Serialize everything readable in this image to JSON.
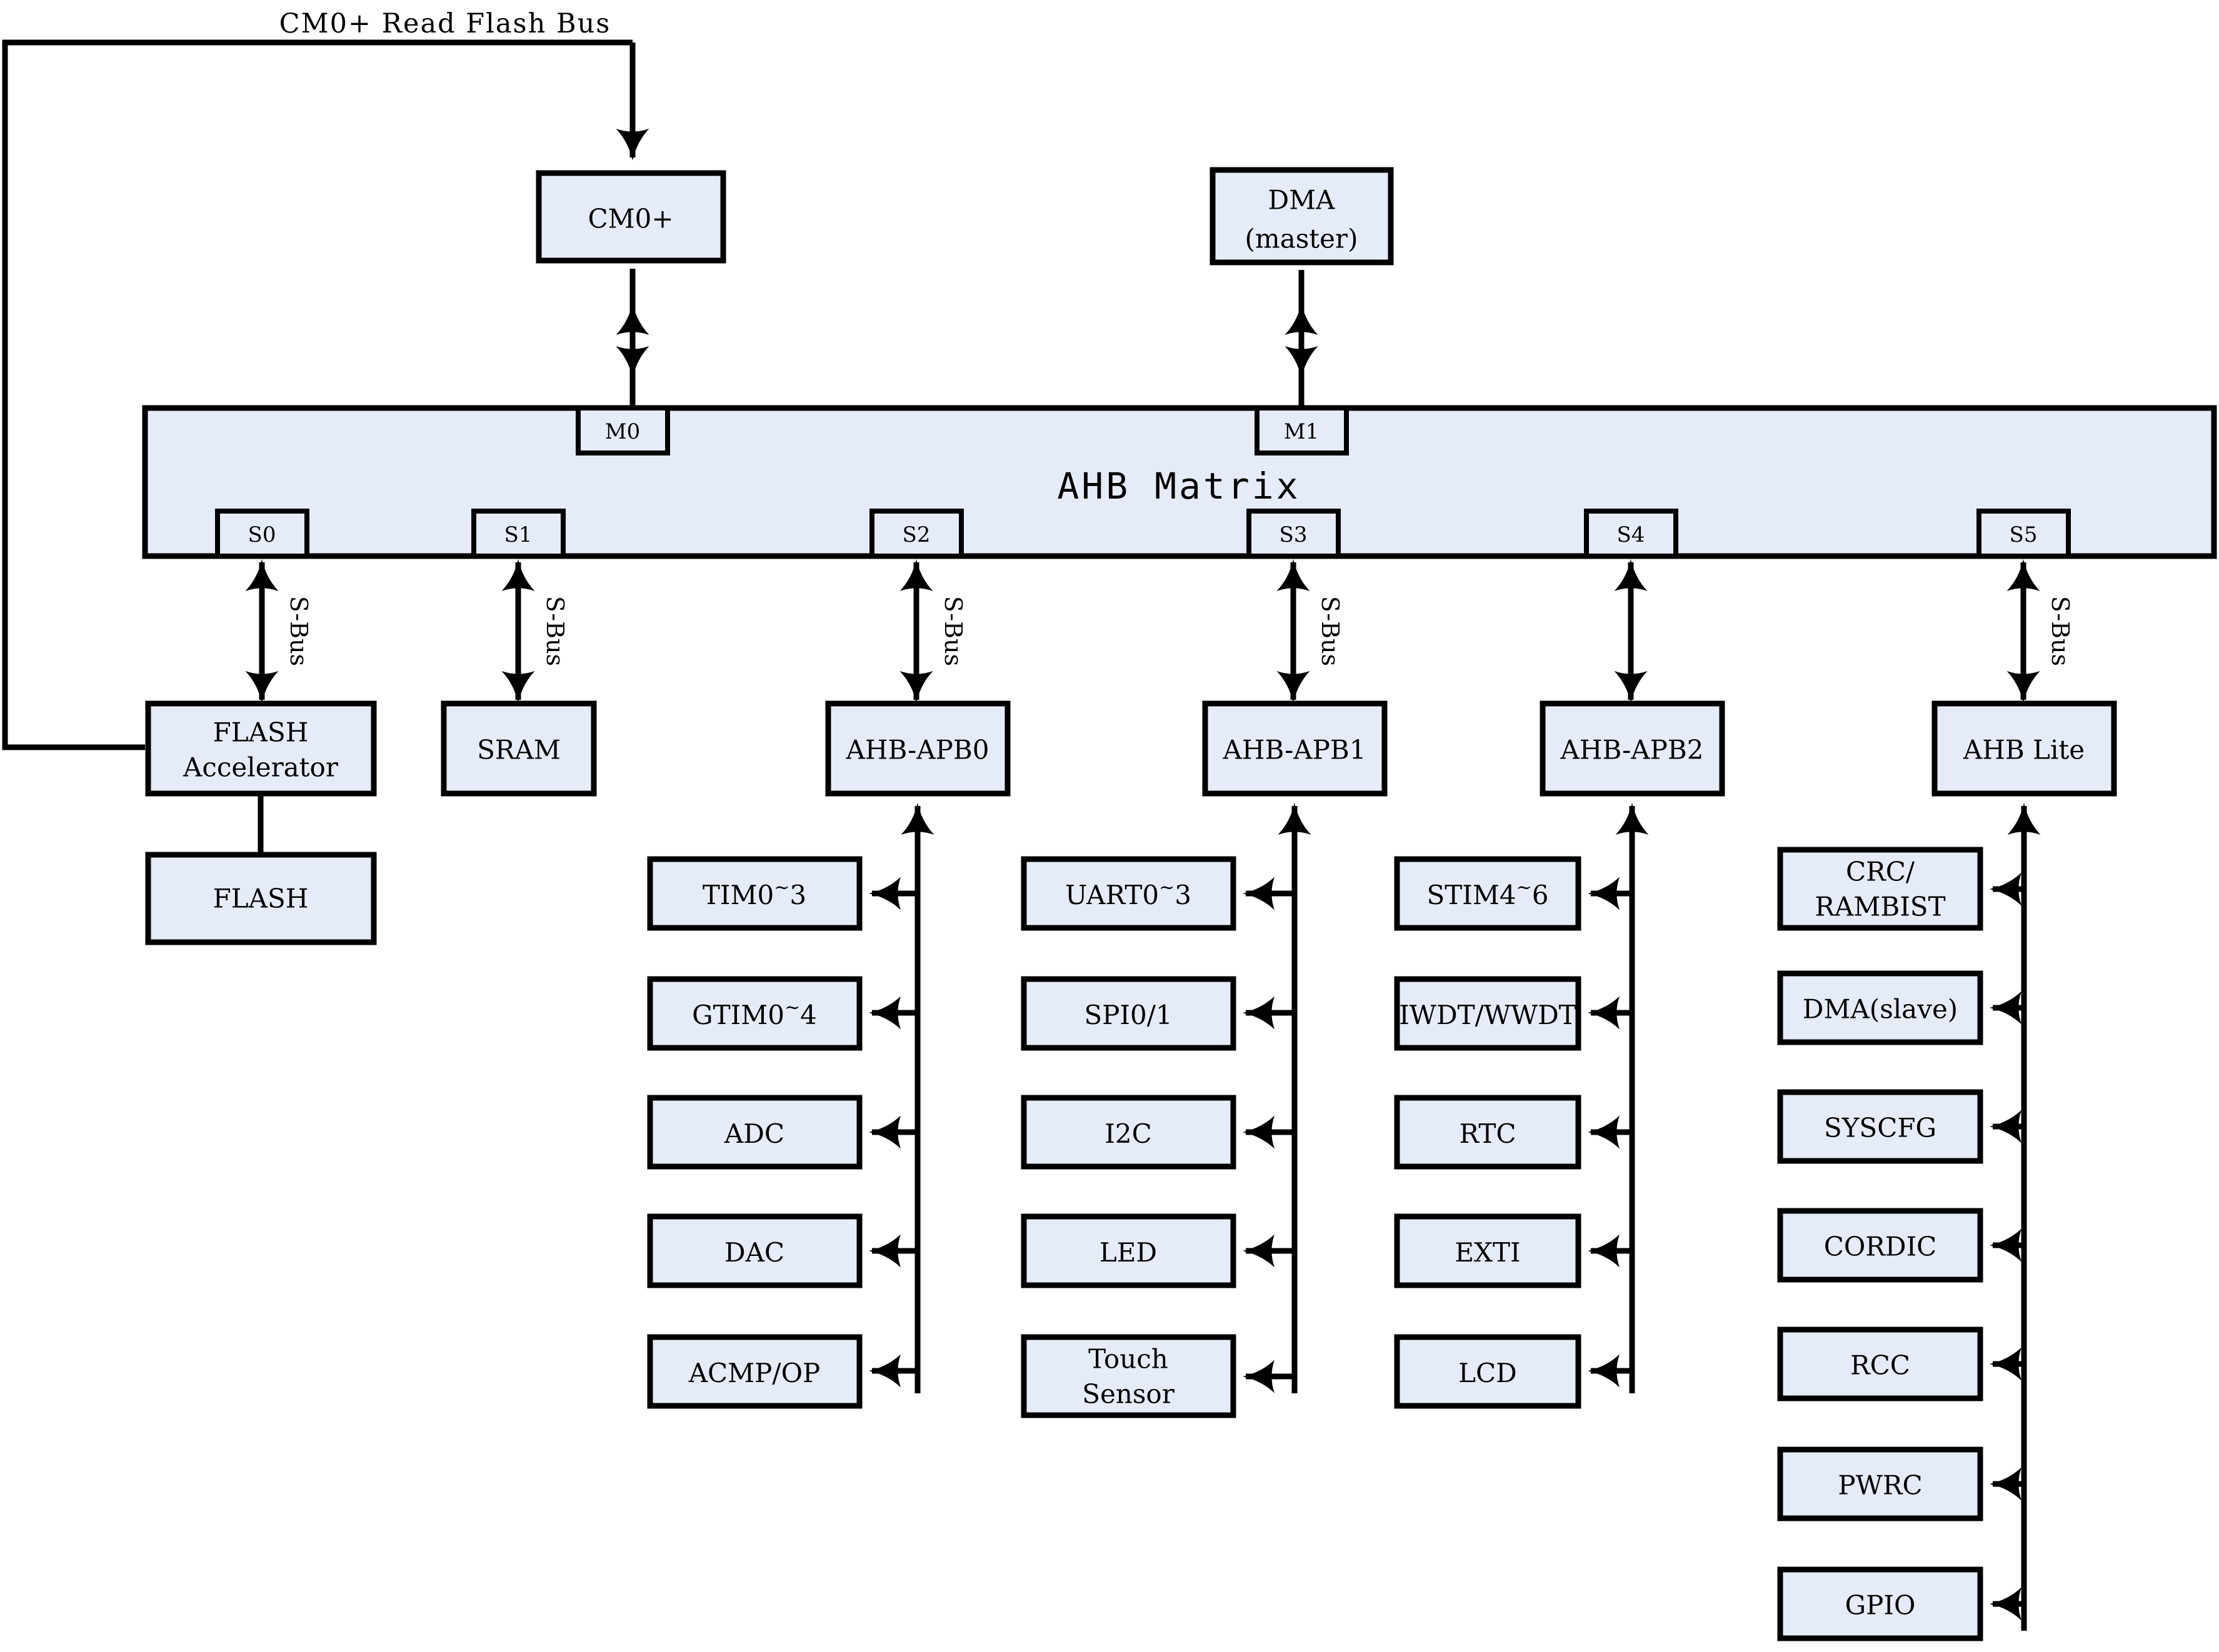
{
  "diagram": {
    "title_top": "CM0+ Read Flash Bus",
    "matrix": {
      "label": "AHB Matrix",
      "master_ports": [
        "M0",
        "M1"
      ],
      "slave_ports": [
        "S0",
        "S1",
        "S2",
        "S3",
        "S4",
        "S5"
      ]
    },
    "masters": [
      {
        "id": "cm0p",
        "label": "CM0+"
      },
      {
        "id": "dma_master",
        "label_line1": "DMA",
        "label_line2": "(master)"
      }
    ],
    "bus_label": "S-Bus",
    "slaves": [
      {
        "id": "flash_accel",
        "label_line1": "FLASH",
        "label_line2": "Accelerator"
      },
      {
        "id": "sram",
        "label": "SRAM"
      },
      {
        "id": "ahb_apb0",
        "label": "AHB-APB0"
      },
      {
        "id": "ahb_apb1",
        "label": "AHB-APB1"
      },
      {
        "id": "ahb_apb2",
        "label": "AHB-APB2"
      },
      {
        "id": "ahb_lite",
        "label": "AHB Lite"
      }
    ],
    "flash": {
      "label": "FLASH"
    },
    "apb0_peripherals": [
      {
        "label": "TIM0",
        "sup": "~",
        "tail": "3"
      },
      {
        "label": "GTIM0",
        "sup": "~",
        "tail": "4"
      },
      {
        "label": "ADC",
        "sup": "",
        "tail": ""
      },
      {
        "label": "DAC",
        "sup": "",
        "tail": ""
      },
      {
        "label": "ACMP/OP",
        "sup": "",
        "tail": ""
      }
    ],
    "apb1_peripherals": [
      {
        "label": "UART0",
        "sup": "~",
        "tail": "3"
      },
      {
        "label": "SPI0/1",
        "sup": "",
        "tail": ""
      },
      {
        "label": "I2C",
        "sup": "",
        "tail": ""
      },
      {
        "label": "LED",
        "sup": "",
        "tail": ""
      },
      {
        "label_line1": "Touch",
        "label_line2": "Sensor",
        "sup": "",
        "tail": ""
      }
    ],
    "apb2_peripherals": [
      {
        "label": "STIM4",
        "sup": "~",
        "tail": "6"
      },
      {
        "label": "IWDT/WWDT",
        "sup": "",
        "tail": ""
      },
      {
        "label": "RTC",
        "sup": "",
        "tail": ""
      },
      {
        "label": "EXTI",
        "sup": "",
        "tail": ""
      },
      {
        "label": "LCD",
        "sup": "",
        "tail": ""
      }
    ],
    "ahb_lite_peripherals": [
      {
        "label_line1": "CRC/",
        "label_line2": "RAMBIST"
      },
      {
        "label": "DMA(slave)"
      },
      {
        "label": "SYSCFG"
      },
      {
        "label": "CORDIC"
      },
      {
        "label": "RCC"
      },
      {
        "label": "PWRC"
      },
      {
        "label": "GPIO"
      }
    ],
    "colors": {
      "block_fill": "#e6ecf7",
      "stroke": "#000000",
      "background": "#ffffff"
    }
  }
}
